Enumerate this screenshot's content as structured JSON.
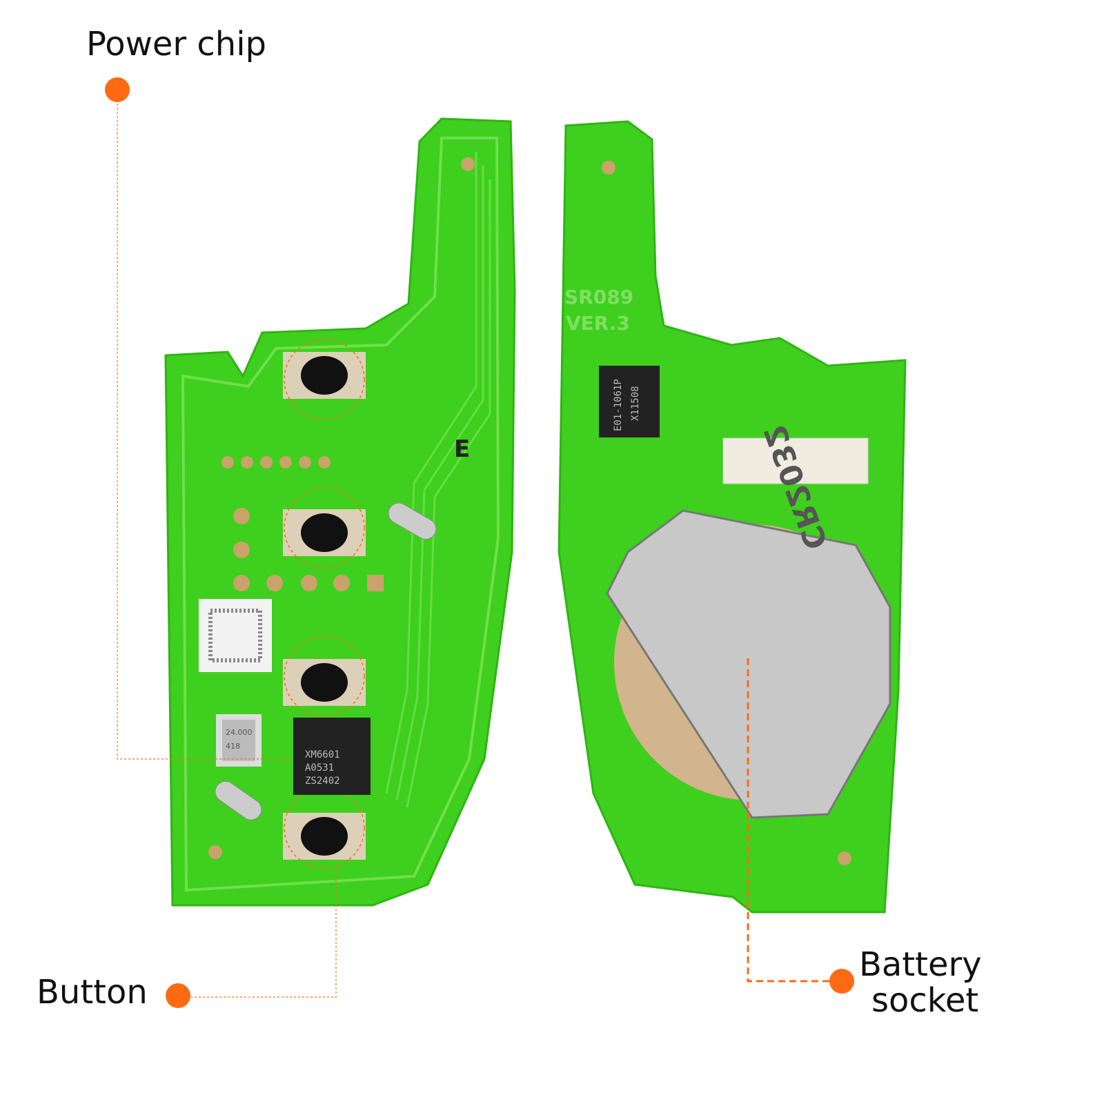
{
  "callouts": {
    "power_chip": "Power chip",
    "button": "Button",
    "battery_socket_line1": "Battery",
    "battery_socket_line2": "socket"
  },
  "board_markings": {
    "main_chip": [
      "XM6601",
      "A0531",
      "ZS2402"
    ],
    "crystal": [
      "24.000",
      "418"
    ],
    "model": "SR089",
    "version": "VER.3",
    "eeprom": [
      "E01-1061P",
      "X11508"
    ],
    "battery": "CR2032",
    "silk_letter": "E"
  },
  "colors": {
    "pcb": "#3fcf1e",
    "trace": "#6fe04a",
    "accent": "#ff6a13"
  }
}
